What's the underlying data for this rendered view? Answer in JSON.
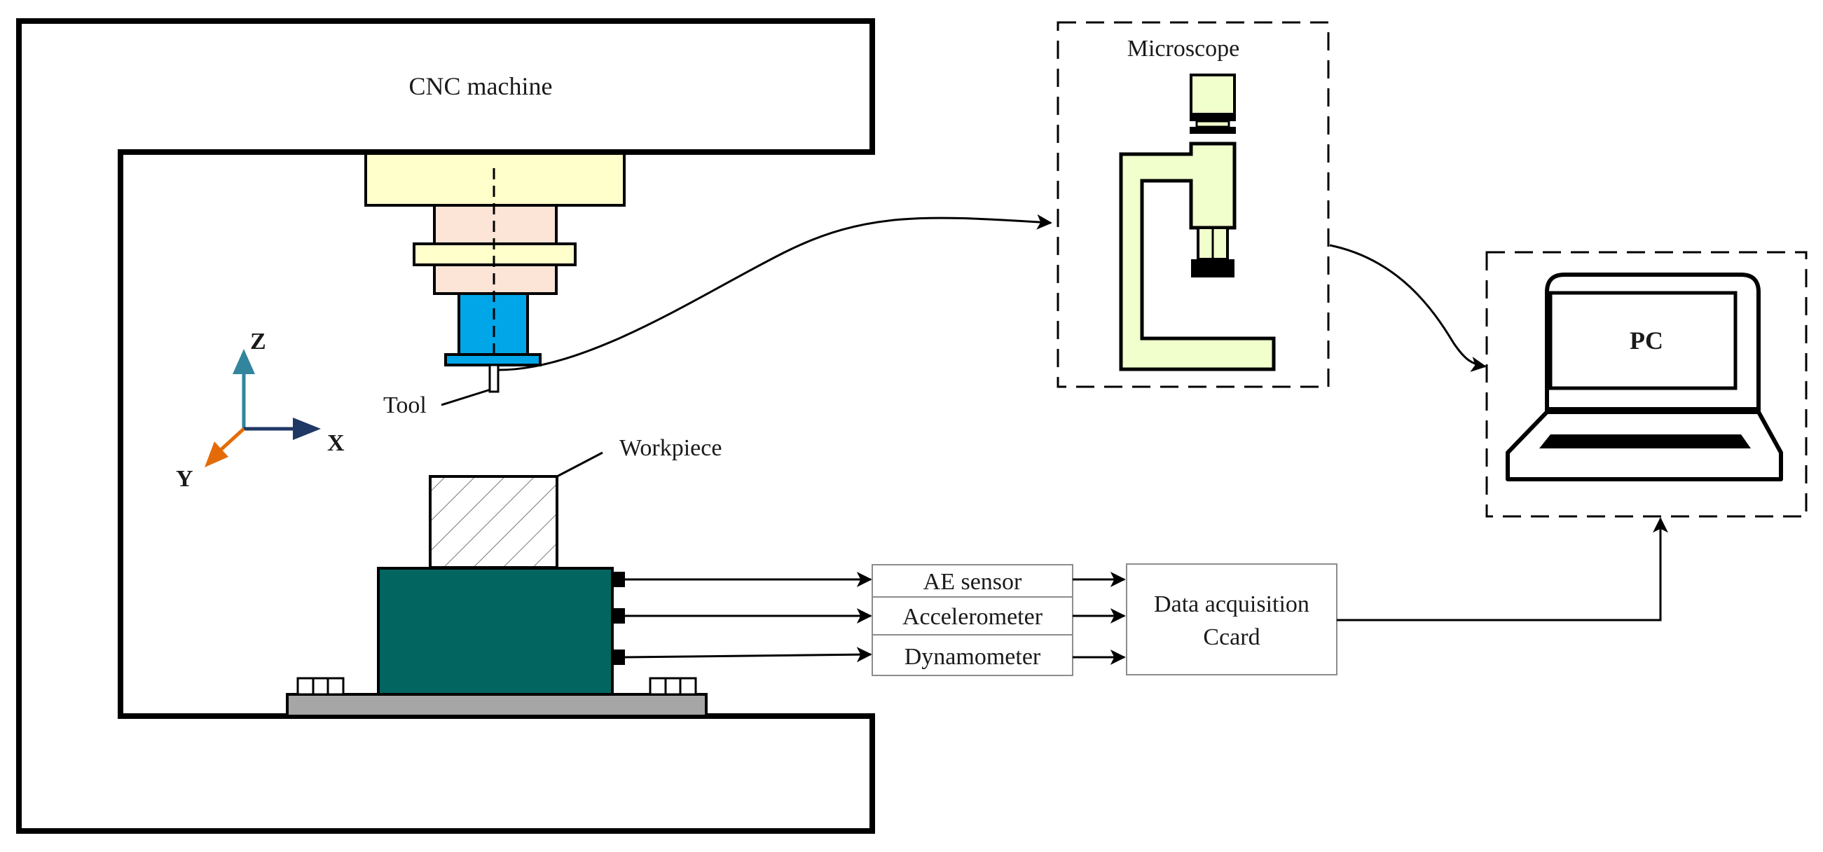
{
  "machine": {
    "label": "CNC machine"
  },
  "tool": {
    "label": "Tool"
  },
  "workpiece": {
    "label": "Workpiece"
  },
  "axes": {
    "z": "Z",
    "x": "X",
    "y": "Y"
  },
  "microscope": {
    "label": "Microscope"
  },
  "pc": {
    "label": "PC"
  },
  "sensors": {
    "ae": "AE sensor",
    "accelerometer": "Accelerometer",
    "dynamometer": "Dynamometer"
  },
  "daq": {
    "line1": "Data acquisition",
    "line2": "Ccard"
  },
  "colors": {
    "spindle_head": "#FFFFCC",
    "spindle_body": "#FCE4D6",
    "tool_holder": "#00A6E8",
    "dynamometer_box": "#036560",
    "base_plate": "#A6A6A6",
    "microscope_fill": "#F0FFCC",
    "axis_z": "#31859C",
    "axis_x": "#1F3864",
    "axis_y": "#E36C09"
  },
  "icons": [
    "microscope-icon",
    "laptop-icon",
    "axis-triad-icon"
  ]
}
